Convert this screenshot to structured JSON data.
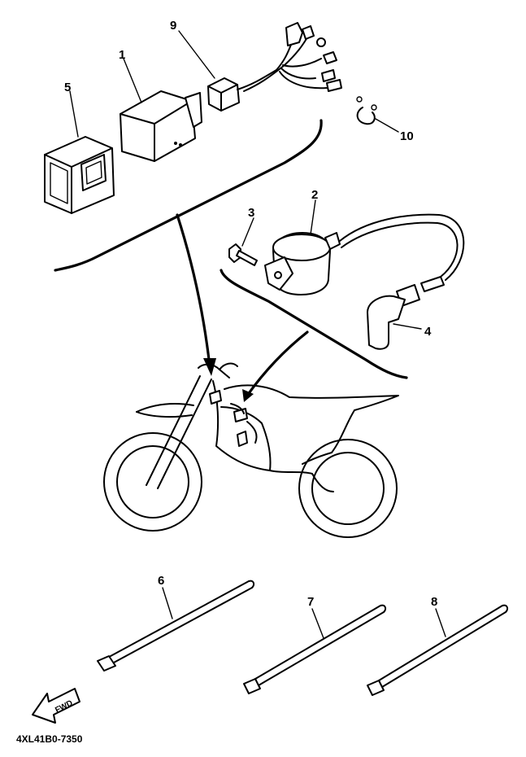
{
  "parts": [
    {
      "id": "callout-1",
      "number": "1",
      "name": "cdi-unit"
    },
    {
      "id": "callout-2",
      "number": "2",
      "name": "ignition-coil"
    },
    {
      "id": "callout-3",
      "number": "3",
      "name": "bolt"
    },
    {
      "id": "callout-4",
      "number": "4",
      "name": "spark-plug-cap"
    },
    {
      "id": "callout-5",
      "number": "5",
      "name": "cover"
    },
    {
      "id": "callout-6",
      "number": "6",
      "name": "cable-tie"
    },
    {
      "id": "callout-7",
      "number": "7",
      "name": "cable-tie"
    },
    {
      "id": "callout-8",
      "number": "8",
      "name": "cable-tie"
    },
    {
      "id": "callout-9",
      "number": "9",
      "name": "wire-harness"
    },
    {
      "id": "callout-10",
      "number": "10",
      "name": "clamp"
    }
  ],
  "fwd_label": "FWD",
  "drawing_code": "4XL41B0-7350"
}
